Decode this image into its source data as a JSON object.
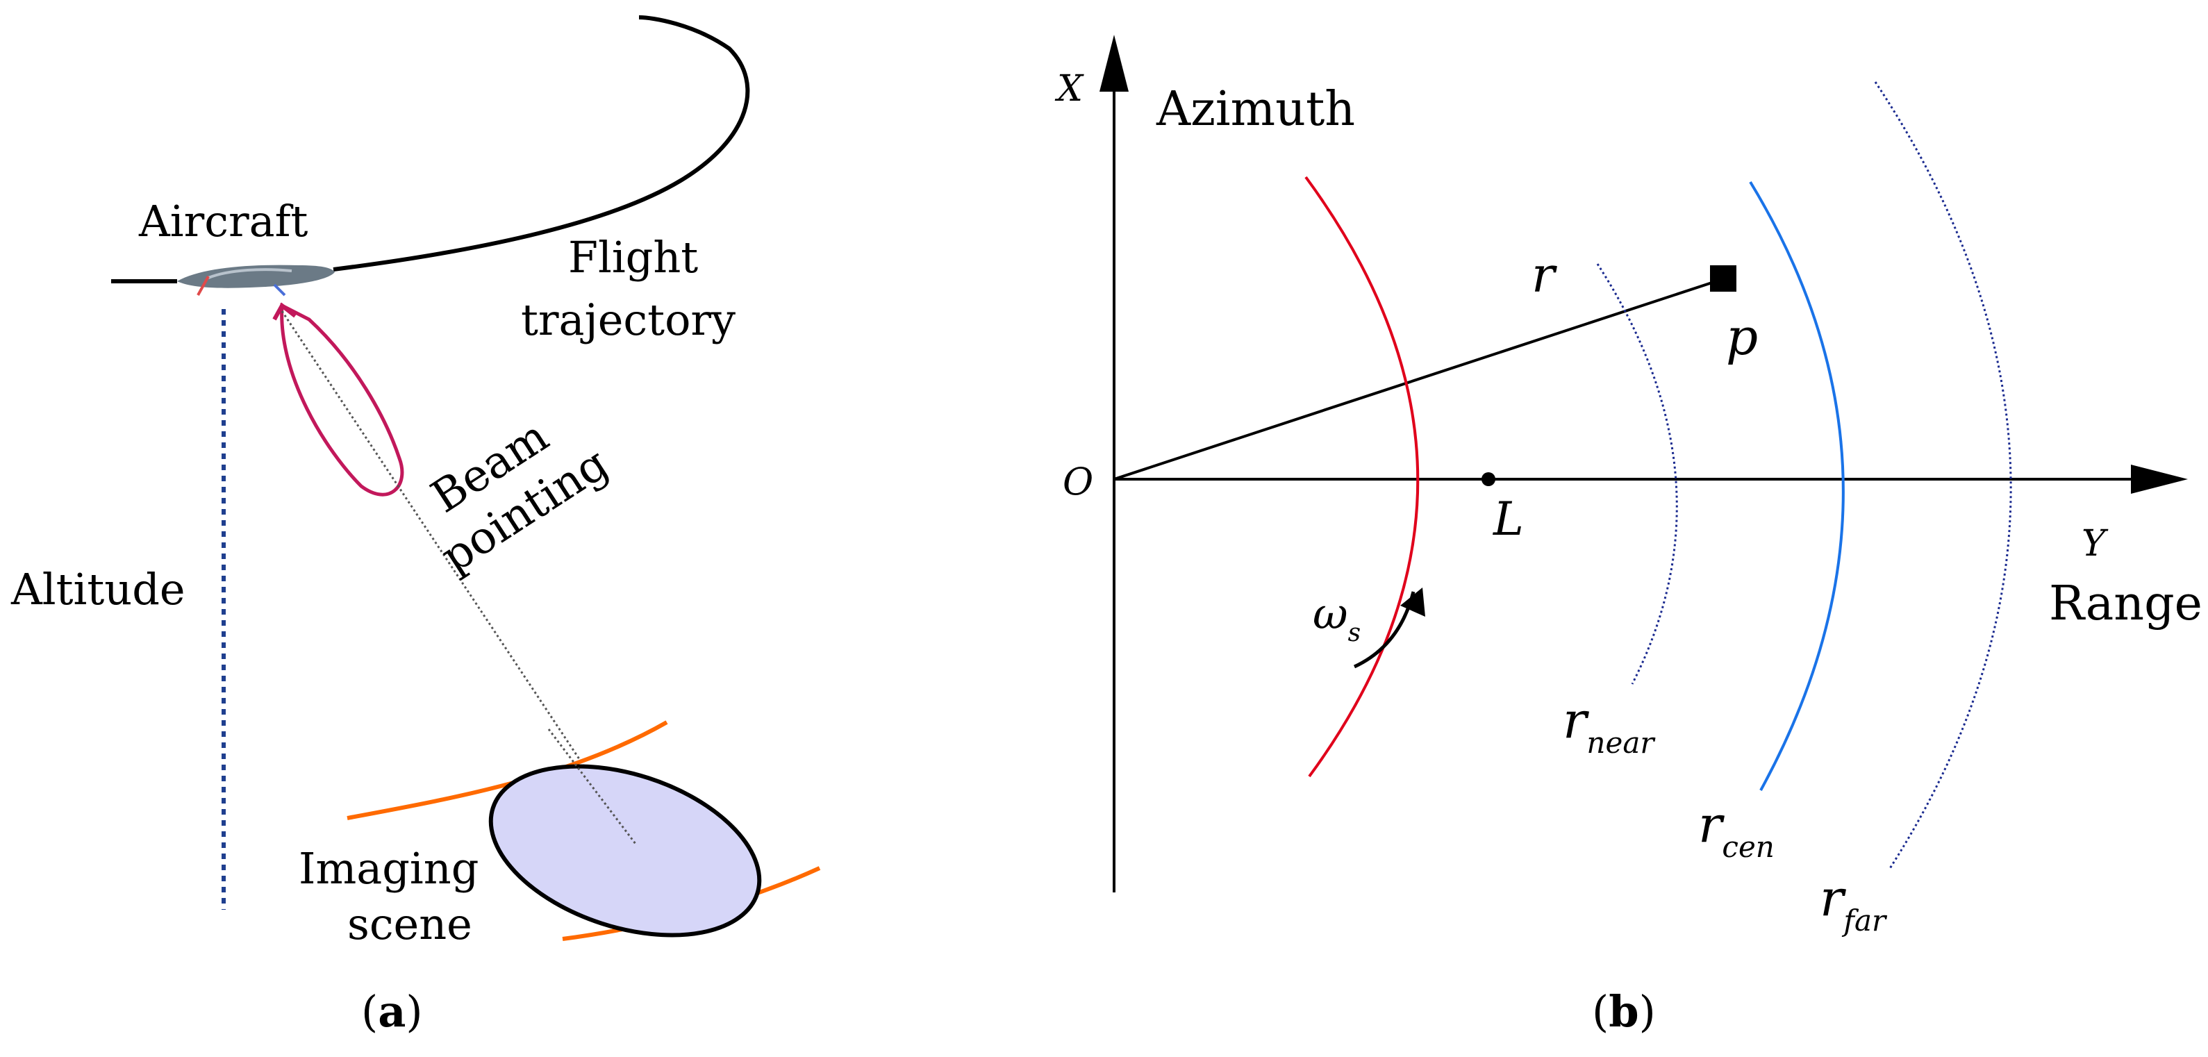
{
  "panel_a": {
    "caption_open": "(",
    "caption_letter": "a",
    "caption_close": ")",
    "aircraft_label": "Aircraft",
    "flight_line1": "Flight",
    "flight_line2": "trajectory",
    "beam_line1": "Beam",
    "beam_line2": "pointing",
    "altitude_label": "Altitude",
    "imaging_line1": "Imaging",
    "imaging_line2": "scene",
    "colors": {
      "trajectory": "#000000",
      "beam": "#c2185b",
      "altitude": "#1f3f8f",
      "swath": "#ff6a00",
      "scene_fill": "#d6d6f8"
    }
  },
  "panel_b": {
    "caption_open": "(",
    "caption_letter": "b",
    "caption_close": ")",
    "x_axis_symbol": "X",
    "azimuth_label": "Azimuth",
    "y_axis_symbol": "Y",
    "range_label": "Range",
    "origin_label": "O",
    "point_L": "L",
    "point_p": "p",
    "r_label": "r",
    "omega": "ω",
    "omega_sub": "s",
    "r_near": {
      "base": "r",
      "sub": "near"
    },
    "r_cen": {
      "base": "r",
      "sub": "cen"
    },
    "r_far": {
      "base": "r",
      "sub": "far"
    },
    "colors": {
      "scan_arc": "#e0001b",
      "near_far_arcs": "#1a2a8f",
      "center_arc": "#1a73e8"
    }
  }
}
